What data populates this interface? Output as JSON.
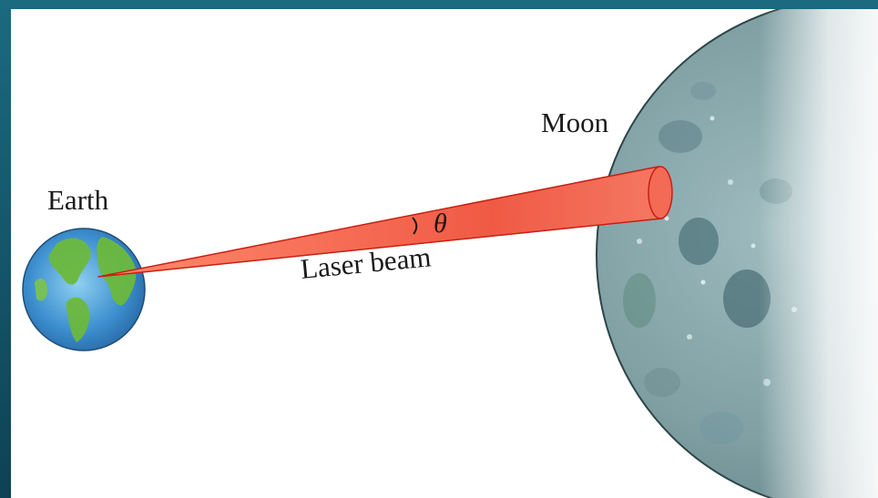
{
  "labels": {
    "earth": "Earth",
    "moon": "Moon",
    "beam": "Laser beam",
    "angle": "θ"
  },
  "colors": {
    "frame": "#0f4a5e",
    "background": "#ffffff",
    "beam_fill": "#f25a45",
    "beam_edge": "#c81f12",
    "earth_ocean": "#3d8fcf",
    "earth_land": "#6bb83d",
    "moon_surface": "#7f9fa3"
  }
}
